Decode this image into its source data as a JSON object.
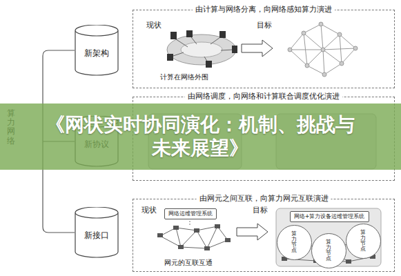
{
  "diagram": {
    "title": "《网状实时协同演化：机制、挑战与未来展望》",
    "nodes": [
      {
        "text": [
          "新架构"
        ]
      },
      {
        "text": [
          "由计算与网络分离，向网络感知算力演进"
        ]
      },
      {
        "text": [
          "新协议"
        ]
      },
      {
        "text": [
          "由网络调度，向网络和计算联合调度优化演进"
        ]
      },
      {
        "text": [
          "新接口"
        ]
      },
      {
        "text": [
          "由网元之间互联，向算力网元互联演进"
        ]
      },
      {
        "text": [
          "网络运维管理系统"
        ],
        "in": 5
      },
      {
        "text": [
          "网络+算力设备运维管理系统"
        ],
        "in": 5
      },
      {
        "text": [
          "算力节点"
        ],
        "in": 5
      },
      {
        "text": [
          "算力节点"
        ],
        "in": 5
      },
      {
        "text": [
          "算力节点"
        ],
        "in": 5
      }
    ],
    "labels": [
      "算力网络",
      "现状",
      "目标",
      "计算在网络外围",
      "现状",
      "目标",
      "网元的互联互通"
    ]
  }
}
